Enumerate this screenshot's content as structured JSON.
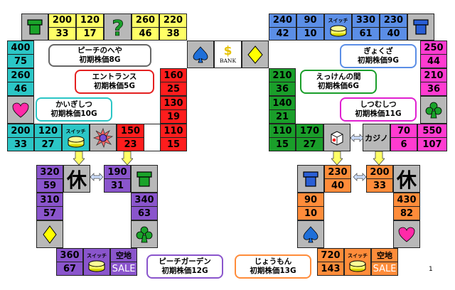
{
  "colors": {
    "yellow": "#ffff66",
    "blue": "#5b8ee6",
    "cyan": "#2bc6c6",
    "red": "#ff1d1d",
    "green": "#1a9e2a",
    "purple": "#8a55cc",
    "orange": "#ff8c3a",
    "gray": "#b8b8b8"
  },
  "top_left": {
    "c1": {
      "top": "200",
      "bottom": "33"
    },
    "c2": {
      "top": "120",
      "bottom": "17"
    },
    "c4": {
      "top": "260",
      "bottom": "46"
    },
    "c5": {
      "top": "220",
      "bottom": "38"
    }
  },
  "top_right": {
    "c1": {
      "top": "240",
      "bottom": "42"
    },
    "c2": {
      "top": "90",
      "bottom": "10"
    },
    "c3_switch": "スイッチ",
    "c4": {
      "top": "330",
      "bottom": "61"
    },
    "c5": {
      "top": "230",
      "bottom": "40"
    }
  },
  "bank_label": "BANK",
  "dollar": "$",
  "left_col": {
    "c1": {
      "top": "400",
      "bottom": "75"
    },
    "c2": {
      "top": "260",
      "bottom": "46"
    }
  },
  "left_bottom_row": {
    "c1": {
      "top": "200",
      "bottom": "33"
    },
    "c2": {
      "top": "120",
      "bottom": "27"
    },
    "switch": "スイッチ",
    "c5": {
      "top": "150",
      "bottom": "23"
    },
    "c6": {
      "top": "110",
      "bottom": "15"
    }
  },
  "red_col": {
    "c1": {
      "top": "160",
      "bottom": "25"
    },
    "c2": {
      "top": "130",
      "bottom": "19"
    }
  },
  "green_col": {
    "c1": {
      "top": "210",
      "bottom": "36"
    },
    "c2": {
      "top": "140",
      "bottom": "21"
    }
  },
  "right_col": {
    "c1": {
      "top": "250",
      "bottom": "44"
    },
    "c2": {
      "top": "210",
      "bottom": "36"
    }
  },
  "right_bottom_row": {
    "c1": {
      "top": "110",
      "bottom": "15"
    },
    "c2": {
      "top": "170",
      "bottom": "27"
    },
    "casino": "カジノ",
    "c5": {
      "top": "70",
      "bottom": "6"
    },
    "c6": {
      "top": "550",
      "bottom": "107"
    }
  },
  "labels": {
    "peach_room": {
      "title": "ピーチのへや",
      "price": "初期株価8G"
    },
    "entrance": {
      "title": "エントランス",
      "price": "初期株価5G"
    },
    "kaigi": {
      "title": "かいぎしつ",
      "price": "初期株価10G"
    },
    "gyokuza": {
      "title": "ぎょくざ",
      "price": "初期株価9G"
    },
    "ekken": {
      "title": "えっけんの間",
      "price": "初期株価6G"
    },
    "shitsumu": {
      "title": "しつむしつ",
      "price": "初期株価11G"
    },
    "peach_garden": {
      "title": "ピーチガーデン",
      "price": "初期株価12G"
    },
    "joumon": {
      "title": "じょうもん",
      "price": "初期株価13G"
    }
  },
  "purple_loop": {
    "tl": {
      "top": "320",
      "bottom": "59"
    },
    "kyu": "休",
    "tr": {
      "top": "190",
      "bottom": "31"
    },
    "l2": {
      "top": "310",
      "bottom": "57"
    },
    "r2": {
      "top": "340",
      "bottom": "63"
    },
    "b1": {
      "top": "360",
      "bottom": "67"
    },
    "switch": "スイッチ",
    "sale_top": "空地",
    "sale_bottom": "SALE"
  },
  "orange_loop": {
    "tl_top": "230",
    "tl_bottom": "40",
    "tr": {
      "top": "200",
      "bottom": "33"
    },
    "kyu": "休",
    "l2": {
      "top": "90",
      "bottom": "10"
    },
    "r2": {
      "top": "430",
      "bottom": "82"
    },
    "b1": {
      "top": "720",
      "bottom": "143"
    },
    "switch": "スイッチ",
    "sale_top": "空地",
    "sale_bottom": "SALE"
  },
  "page_number": "1"
}
